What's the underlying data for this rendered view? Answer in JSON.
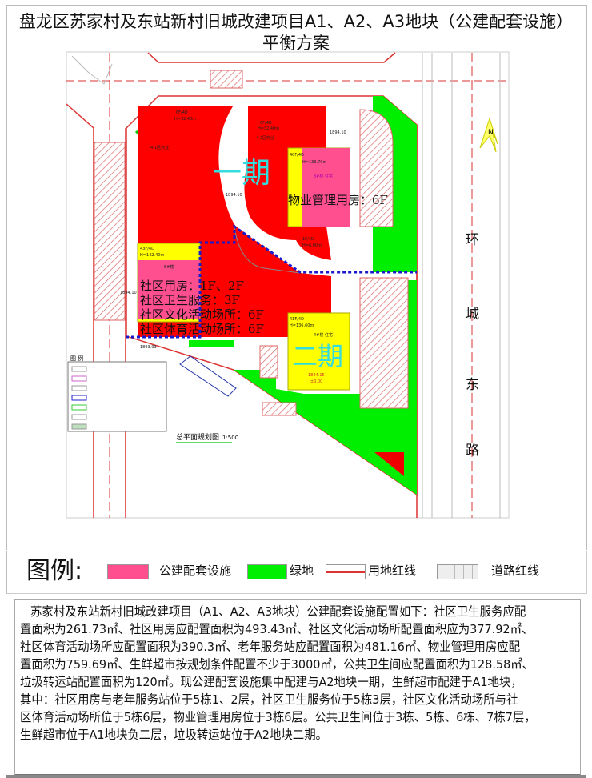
{
  "title": {
    "line1": "盘龙区苏家村及东站新村旧城改建项目A1、A2、A3地块（公建配套设施）",
    "line2": "平衡方案"
  },
  "map": {
    "phase1": "一期",
    "phase2": "二期",
    "property_mgmt": "物业管理用房：6F",
    "community": [
      "社区用房：1F、2F",
      "社区卫生服务：3F",
      "社区文化活动场所：6F",
      "社区体育活动场所：6F"
    ],
    "road_name": [
      "环",
      "城",
      "东",
      "路"
    ],
    "plan_caption": "总平面规划图",
    "plan_scale": "1:500",
    "legend_small_title": "图 例",
    "north": "N",
    "buildings": {
      "b3_floors": "40F/4D",
      "b3_height": "H=133.70m",
      "b3_name": "3#楼 住宅",
      "b5_floors": "43F/4D",
      "b5_height": "H=142.40m",
      "b5_name": "5#楼",
      "b4_floors": "41F/4D",
      "b4_height": "H=136.60m",
      "b4_name": "4#楼 住宅",
      "b4_elev": "1894.15",
      "b4_zero": "±0.00",
      "c41": "4-1区商业",
      "c42": "4-2区商业",
      "c41_floors": "6F/4D",
      "c41_height": "H=32.40m",
      "c42_floors": "6F/4D",
      "c42_height": "H=32.40m",
      "podium_floors": "1F/4D",
      "podium_height": "H=6.00m"
    },
    "elevations": [
      "1894.10",
      "1894.10",
      "1894.10",
      "1893.93"
    ]
  },
  "legend": {
    "title": "图例:",
    "items": [
      {
        "label": "公建配套设施",
        "color": "#ff4f8f"
      },
      {
        "label": "绿地",
        "color": "#00ee00"
      },
      {
        "label": "用地红线",
        "color": "#d33"
      },
      {
        "label": "道路红线",
        "color": "#ccc"
      }
    ]
  },
  "description": [
    "苏家村及东站新村旧城改建项目（A1、A2、A3地块）公建配套设施配置如下：社区卫生服务应配",
    "置面积为261.73㎡、社区用房应配置面积为493.43㎡、社区文化活动场所配置面积应为377.92㎡、",
    "社区体育活动场所应配置面积为390.3㎡、老年服务站应配置面积为481.16㎡、物业管理用房应配",
    "置面积为759.69㎡、生鲜超市按规划条件配置不少于3000㎡，公共卫生间应配置面积为128.58㎡、",
    "垃圾转运站配置面积为120㎡。现公建配套设施集中配建与A2地块一期，生鲜超市配建于A1地块，",
    "其中：社区用房与老年服务站位于5栋1、2层，社区卫生服务位于5栋3层，社区文化活动场所与社",
    "区体育活动场所位于5栋6层，物业管理用房位于3栋6层。公共卫生间位于3栋、5栋、6栋、7栋7层，",
    "生鲜超市位于A1地块负二层，垃圾转运站位于A2地块二期。"
  ],
  "colors": {
    "red": "#ff0000",
    "yellow": "#ffff00",
    "pink": "#ff4f8f",
    "green": "#00ee00",
    "cyan": "#33dddd",
    "blue_dash": "#1a1acc"
  }
}
